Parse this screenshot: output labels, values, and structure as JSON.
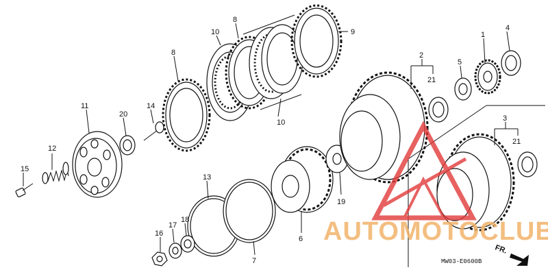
{
  "diagram": {
    "callouts": {
      "n1": "1",
      "n2": "2",
      "n3": "3",
      "n4": "4",
      "n5": "5",
      "n6": "6",
      "n7": "7",
      "n8a": "8",
      "n8b": "8",
      "n9": "9",
      "n10a": "10",
      "n10b": "10",
      "n11": "11",
      "n12": "12",
      "n13": "13",
      "n14": "14",
      "n15": "15",
      "n16": "16",
      "n17": "17",
      "n18": "18",
      "n19": "19",
      "n20": "20",
      "n21a": "21",
      "n21b": "21"
    },
    "diagram_code": "MW03-E0600B",
    "direction_label": "FR.",
    "watermark": "AUTOMOTOCLUB",
    "colors": {
      "watermark_orange": "#f2b36a",
      "watermark_red": "#e23a3a",
      "line": "#111111"
    }
  }
}
